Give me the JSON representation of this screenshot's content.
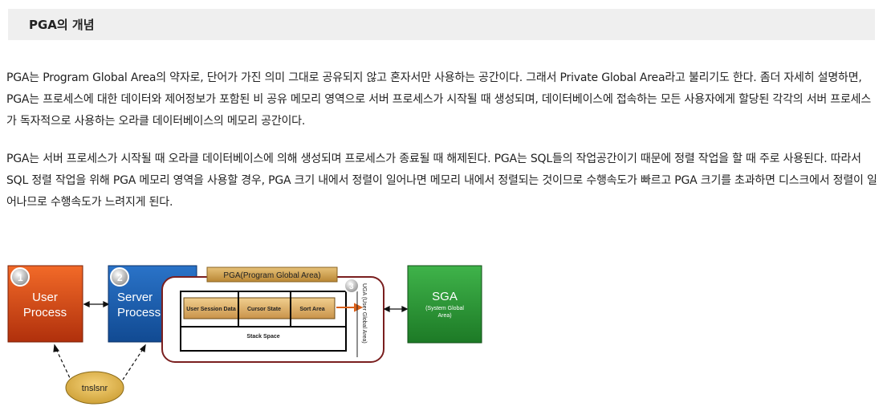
{
  "header": {
    "title": "PGA의 개념"
  },
  "paragraphs": {
    "p1": "PGA는 Program Global Area의 약자로, 단어가 가진 의미 그대로 공유되지 않고 혼자서만 사용하는 공간이다. 그래서 Private Global Area라고 불리기도 한다. 좀더 자세히 설명하면, PGA는 프로세스에 대한 데이터와 제어정보가 포함된 비 공유 메모리 영역으로 서버 프로세스가 시작될 때 생성되며, 데이터베이스에 접속하는 모든 사용자에게 할당된 각각의 서버 프로세스가 독자적으로 사용하는 오라클 데이터베이스의 메모리 공간이다.",
    "p2": "PGA는 서버 프로세스가 시작될 때 오라클 데이터베이스에 의해 생성되며 프로세스가 종료될 때 해제된다. PGA는 SQL들의 작업공간이기 때문에 정렬 작업을 할 때 주로 사용된다. 따라서 SQL 정렬 작업을 위해 PGA 메모리 영역을 사용할 경우, PGA 크기 내에서 정렬이 일어나면 메모리 내에서 정렬되는 것이므로 수행속도가 빠르고 PGA 크기를 초과하면 디스크에서 정렬이 일어나므로 수행속도가 느려지게 된다."
  },
  "diagram": {
    "user_process": {
      "number": "1",
      "line1": "User",
      "line2": "Process",
      "color": "#e0521a"
    },
    "server_process": {
      "number": "2",
      "line1": "Server",
      "line2": "Process",
      "color": "#1f62b4"
    },
    "pga_label": "PGA(Program Global Area)",
    "uga_number": "3",
    "uga_label": "UGA (User Global Area)",
    "cells": {
      "user_session": "User Session Data",
      "cursor_state": "Cursor State",
      "sort_area": "Sort Area"
    },
    "stack_space": "Stack Space",
    "sga": {
      "title": "SGA",
      "line1": "(System Global",
      "line2": "Area)",
      "color": "#2f9e3a"
    },
    "listener": "tnslsnr"
  }
}
